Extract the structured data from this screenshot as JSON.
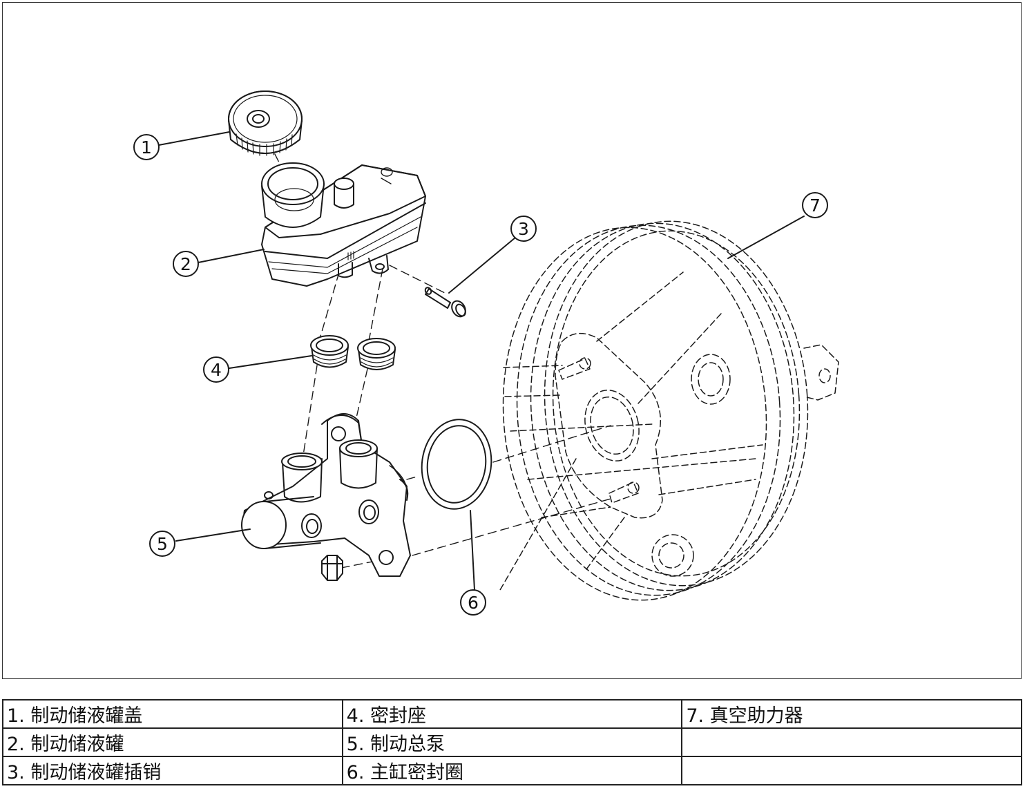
{
  "callouts": [
    {
      "number": "1",
      "label": "1. 制动储液罐盖"
    },
    {
      "number": "2",
      "label": "2. 制动储液罐"
    },
    {
      "number": "3",
      "label": "3. 制动储液罐插销"
    },
    {
      "number": "4",
      "label": "4. 密封座"
    },
    {
      "number": "5",
      "label": "5. 制动总泵"
    },
    {
      "number": "6",
      "label": "6. 主缸密封圈"
    },
    {
      "number": "7",
      "label": "7. 真空助力器"
    }
  ]
}
